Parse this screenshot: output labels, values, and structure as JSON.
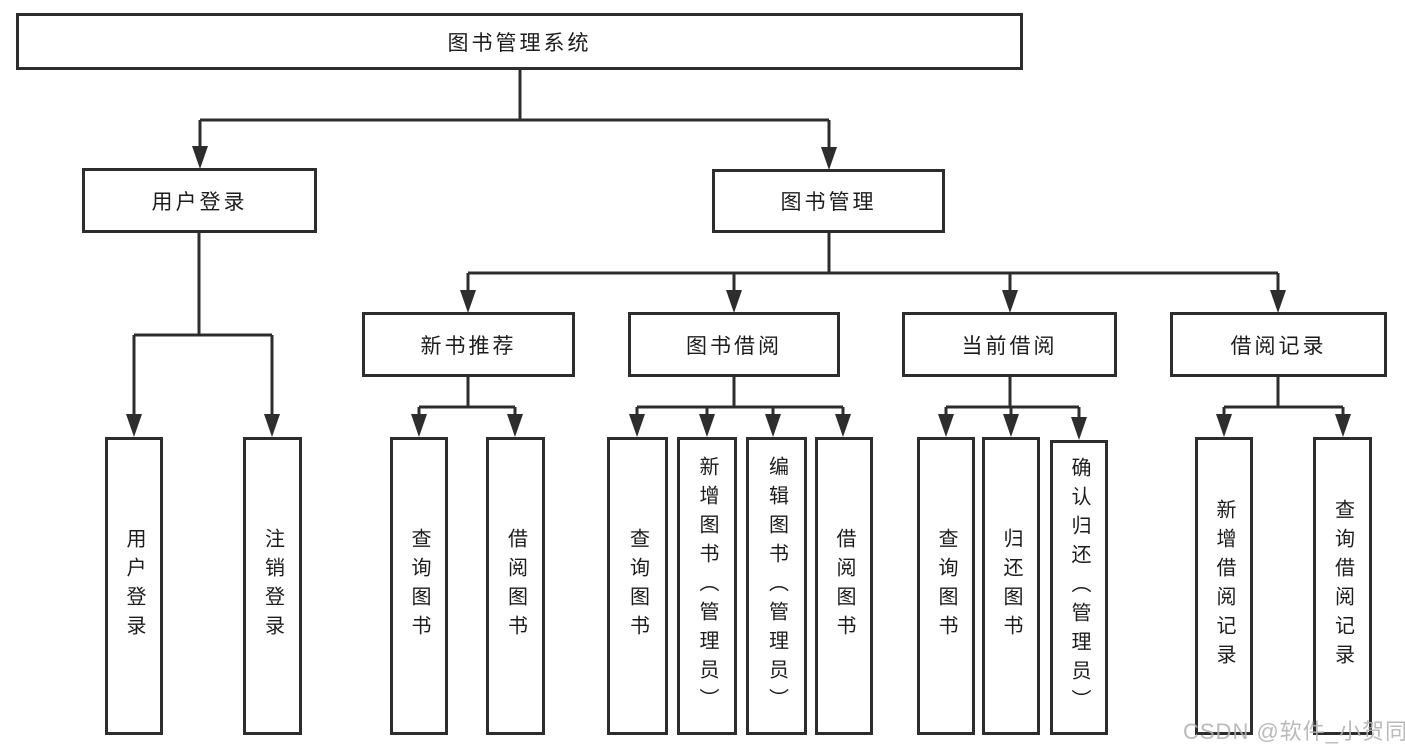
{
  "tree": {
    "label": "图书管理系统",
    "children": [
      {
        "label": "用户登录",
        "children": [
          {
            "label": "用户登录"
          },
          {
            "label": "注销登录"
          }
        ]
      },
      {
        "label": "图书管理",
        "children": [
          {
            "label": "新书推荐",
            "children": [
              {
                "label": "查询图书"
              },
              {
                "label": "借阅图书"
              }
            ]
          },
          {
            "label": "图书借阅",
            "children": [
              {
                "label": "查询图书"
              },
              {
                "label": "新增图书（管理员）"
              },
              {
                "label": "编辑图书（管理员）"
              },
              {
                "label": "借阅图书"
              }
            ]
          },
          {
            "label": "当前借阅",
            "children": [
              {
                "label": "查询图书"
              },
              {
                "label": "归还图书"
              },
              {
                "label": "确认归还（管理员）"
              }
            ]
          },
          {
            "label": "借阅记录",
            "children": [
              {
                "label": "新增借阅记录"
              },
              {
                "label": "查询借阅记录"
              }
            ]
          }
        ]
      }
    ]
  },
  "watermark": {
    "text": "CSDN @软件_小贺同学"
  },
  "colors": {
    "line": "#2d2d2d",
    "text": "#1c1c1c",
    "watermark": "#b2b2b2"
  }
}
